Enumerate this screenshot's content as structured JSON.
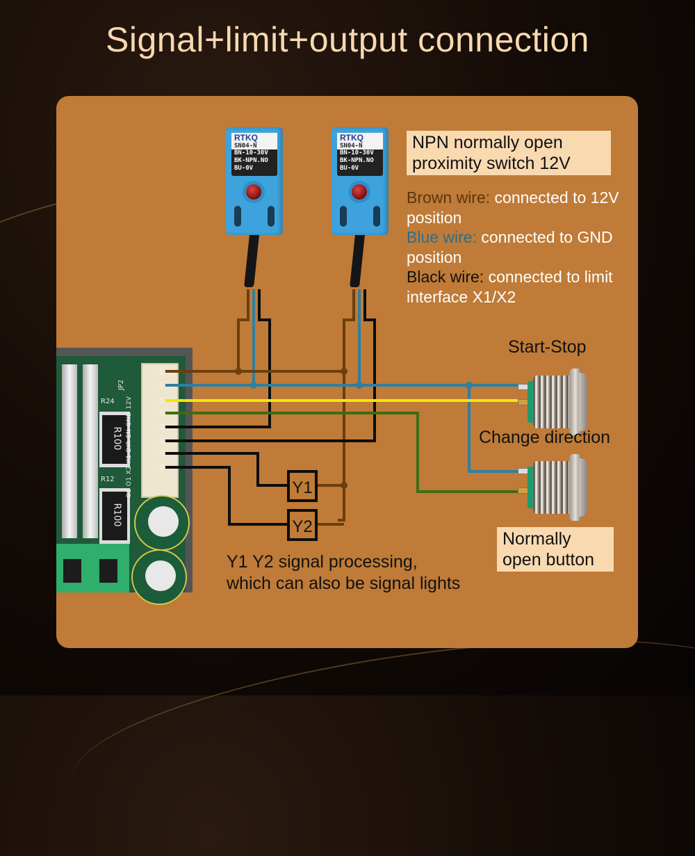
{
  "title": "Signal+limit+output connection",
  "sensor": {
    "brand": "RTKQ",
    "model": "SN04-N",
    "spec_lines": [
      "BN-10-30V",
      "BK-NPN.NO",
      "BU-0V"
    ]
  },
  "npn_box": {
    "line1": "NPN normally open",
    "line2": "proximity switch 12V"
  },
  "wire_descriptions": [
    {
      "color_name": "Brown wire:",
      "text": " connected to 12V position",
      "color": "#5a3510"
    },
    {
      "color_name": "Blue wire:",
      "text": " connected to GND position",
      "color": "#2b6e8e"
    },
    {
      "color_name": "Black wire:",
      "text": " connected to limit interface X1/X2",
      "color": "#111111"
    }
  ],
  "buttons": {
    "start_stop": "Start-Stop",
    "change_direction": "Change direction",
    "type_line1": "Normally",
    "type_line2": "open button"
  },
  "outputs": {
    "y1": "Y1",
    "y2": "Y2",
    "note": "Y1 Y2 signal processing, which can also be signal lights"
  },
  "board": {
    "connector_ref": "JP2",
    "pin_labels": "O2 O1 X2 X1 DIR EN GND 12V",
    "resistors": [
      {
        "ref": "R24",
        "value": "R100"
      },
      {
        "ref": "R12",
        "value": "R100"
      }
    ]
  },
  "wire_colors": {
    "brown": "#6b3f0e",
    "blue": "#2f7fa0",
    "yellow": "#f5e50a",
    "green": "#3f6b14",
    "black": "#0d0d0d"
  },
  "colors": {
    "panel": "#bf7b37",
    "title": "#f7d9b0",
    "label_box": "#f9d9b0"
  }
}
